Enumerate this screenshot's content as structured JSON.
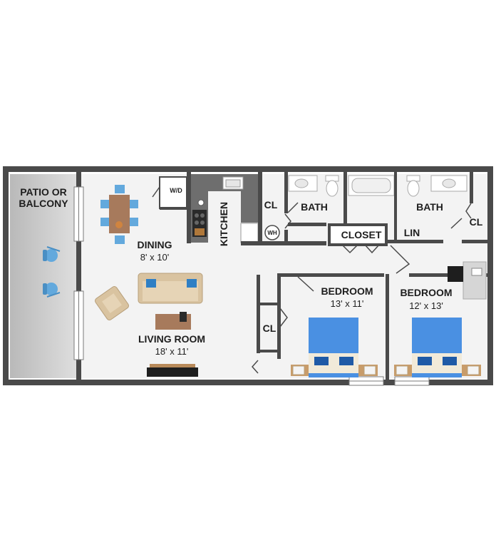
{
  "rooms": {
    "patio": {
      "line1": "PATIO OR",
      "line2": "BALCONY"
    },
    "dining": {
      "name": "DINING",
      "dims": "8' x 10'"
    },
    "living": {
      "name": "LIVING ROOM",
      "dims": "18' x 11'"
    },
    "kitchen": {
      "name": "KITCHEN"
    },
    "washer_dryer": {
      "name": "W/D"
    },
    "water_heater": {
      "name": "WH"
    },
    "closet_hall": {
      "name": "CL"
    },
    "closet_bed1": {
      "name": "CL"
    },
    "closet_right": {
      "name": "CL"
    },
    "bath1": {
      "name": "BATH"
    },
    "bath2": {
      "name": "BATH"
    },
    "closet_main": {
      "name": "CLOSET"
    },
    "linen": {
      "name": "LIN"
    },
    "bedroom1": {
      "name": "BEDROOM",
      "dims": "13' x 11'"
    },
    "bedroom2": {
      "name": "BEDROOM",
      "dims": "12' x 13'"
    }
  },
  "colors": {
    "wall": "#4a4a4a",
    "patio": "#c8c8c8",
    "floor": "#f3f3f3",
    "bedspread": "#4a90e2",
    "sofa": "#d9c3a0",
    "chair": "#63a9dd",
    "counter": "#6e6e6e"
  }
}
